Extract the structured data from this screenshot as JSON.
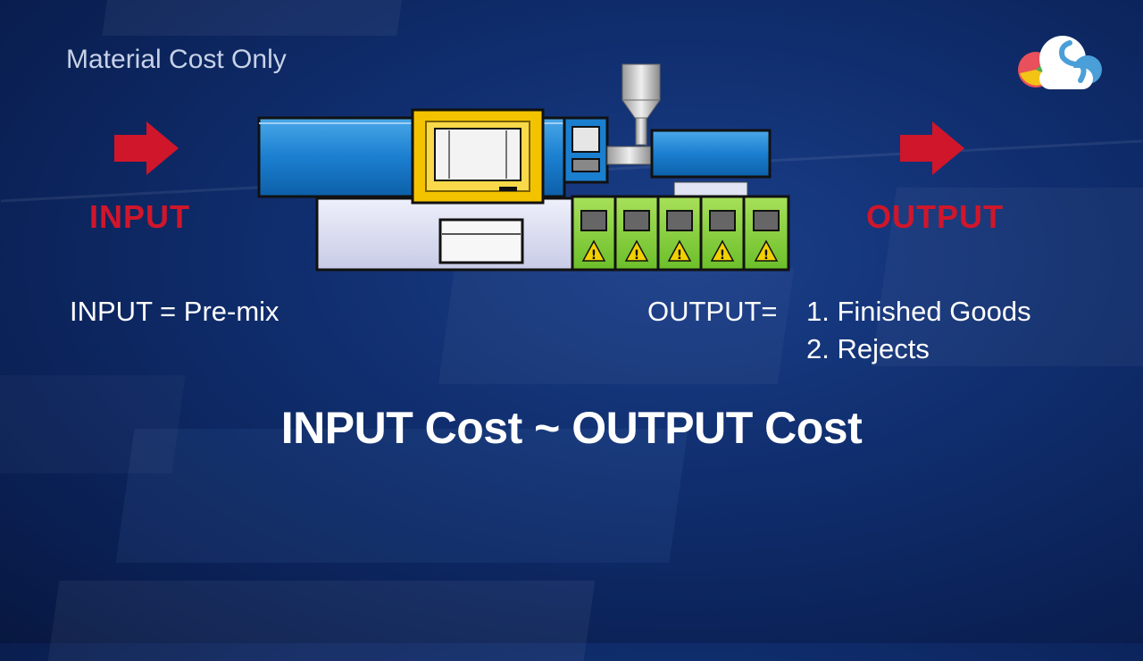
{
  "slide": {
    "subtitle": "Material Cost Only",
    "input_label": "INPUT",
    "output_label": "OUTPUT",
    "input_equation": "INPUT = Pre-mix",
    "output_equation": "OUTPUT=",
    "output_items": [
      "1. Finished Goods",
      "2. Rejects"
    ],
    "headline": "INPUT Cost ~ OUTPUT Cost"
  },
  "icons": {
    "arrow": "right-arrow-icon",
    "machine": "injection-molding-machine-icon",
    "logo": "cloud-logo-icon",
    "warning": "warning-icon"
  },
  "colors": {
    "accent_red": "#d0162b",
    "text_white": "#ffffff",
    "subtitle_text": "#c7d2e8",
    "background": "#0f2c6b"
  }
}
